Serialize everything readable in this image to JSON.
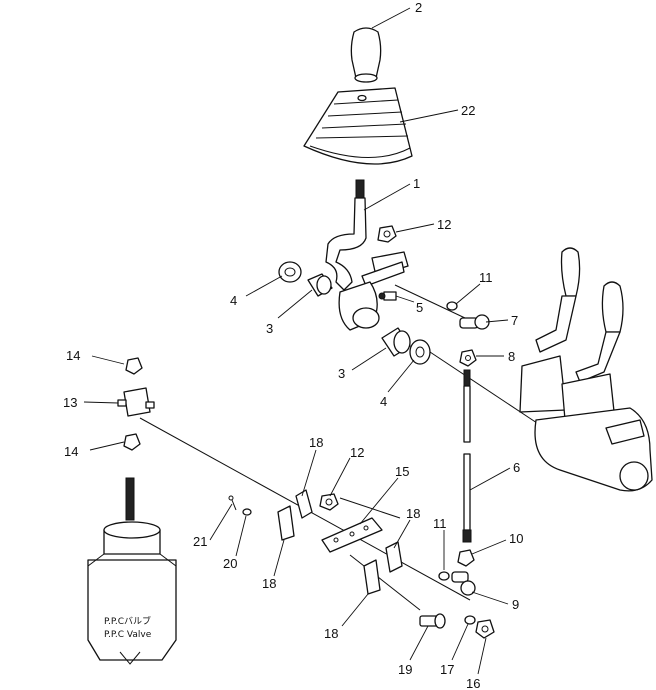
{
  "diagram": {
    "ppc_label_jp": "P.P.Cバルブ",
    "ppc_label_en": "P.P.C Valve",
    "callouts": [
      {
        "id": "c2",
        "text": "2"
      },
      {
        "id": "c22",
        "text": "22"
      },
      {
        "id": "c1",
        "text": "1"
      },
      {
        "id": "c12a",
        "text": "12"
      },
      {
        "id": "c11a",
        "text": "11"
      },
      {
        "id": "c4a",
        "text": "4"
      },
      {
        "id": "c5",
        "text": "5"
      },
      {
        "id": "c7",
        "text": "7"
      },
      {
        "id": "c3a",
        "text": "3"
      },
      {
        "id": "c8",
        "text": "8"
      },
      {
        "id": "c3b",
        "text": "3"
      },
      {
        "id": "c4b",
        "text": "4"
      },
      {
        "id": "c14a",
        "text": "14"
      },
      {
        "id": "c13",
        "text": "13"
      },
      {
        "id": "c14b",
        "text": "14"
      },
      {
        "id": "c6",
        "text": "6"
      },
      {
        "id": "c18a",
        "text": "18"
      },
      {
        "id": "c12b",
        "text": "12"
      },
      {
        "id": "c15",
        "text": "15"
      },
      {
        "id": "c18b",
        "text": "18"
      },
      {
        "id": "c11b",
        "text": "11"
      },
      {
        "id": "c10",
        "text": "10"
      },
      {
        "id": "c21",
        "text": "21"
      },
      {
        "id": "c20",
        "text": "20"
      },
      {
        "id": "c18c",
        "text": "18"
      },
      {
        "id": "c9",
        "text": "9"
      },
      {
        "id": "c18d",
        "text": "18"
      },
      {
        "id": "c19",
        "text": "19"
      },
      {
        "id": "c17",
        "text": "17"
      },
      {
        "id": "c16",
        "text": "16"
      }
    ]
  }
}
